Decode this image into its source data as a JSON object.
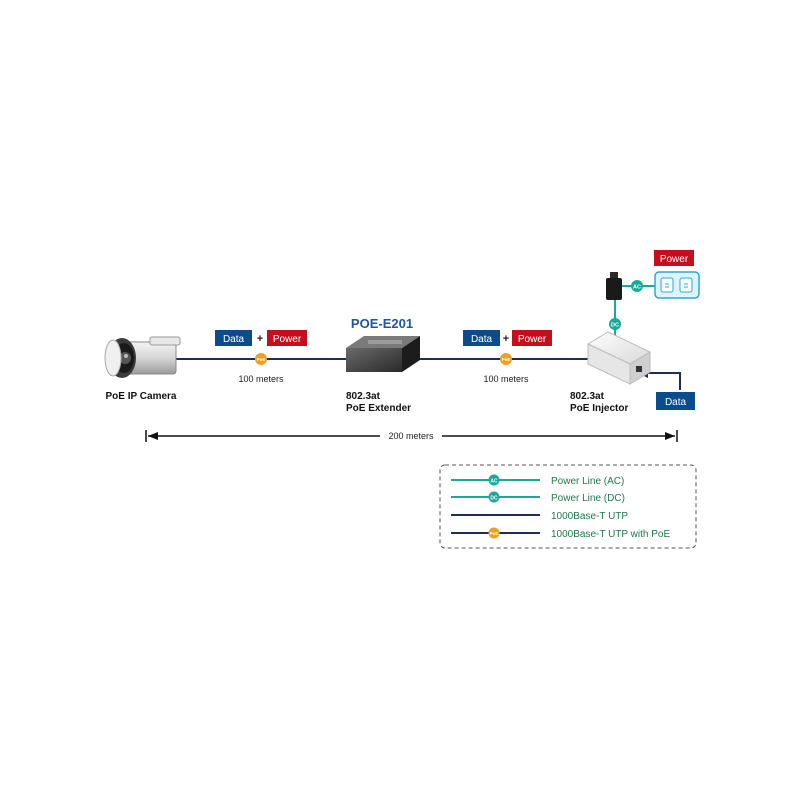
{
  "colors": {
    "data_blue": "#0a4c8c",
    "power_red": "#c4101e",
    "line_navy": "#1f2d5c",
    "teal": "#17a99a",
    "poe_orange": "#f0a020",
    "legend_green": "#1e7a4a",
    "title_blue": "#1e56a0"
  },
  "devices": {
    "camera": {
      "label": "PoE IP Camera",
      "icon": "camera-icon"
    },
    "extender": {
      "title": "POE-E201",
      "label_line1": "802.3at",
      "label_line2": "PoE Extender",
      "icon": "extender-icon"
    },
    "injector": {
      "label_line1": "802.3at",
      "label_line2": "PoE Injector",
      "icon": "injector-icon"
    },
    "adapter": {
      "icon": "power-adapter-icon"
    },
    "outlet": {
      "icon": "wall-outlet-icon"
    }
  },
  "tags": {
    "data": "Data",
    "plus": "+",
    "power": "Power"
  },
  "segments": {
    "left_distance": "100 meters",
    "right_distance": "100 meters",
    "total_distance": "200 meters"
  },
  "badges": {
    "ac": "AC",
    "dc": "DC",
    "poe": "PoE"
  },
  "legend": {
    "items": [
      {
        "label": "Power Line (AC)",
        "badge": "AC"
      },
      {
        "label": "Power Line (DC)",
        "badge": "DC"
      },
      {
        "label": "1000Base-T UTP",
        "badge": ""
      },
      {
        "label": "1000Base-T UTP with PoE",
        "badge": "PoE"
      }
    ]
  }
}
